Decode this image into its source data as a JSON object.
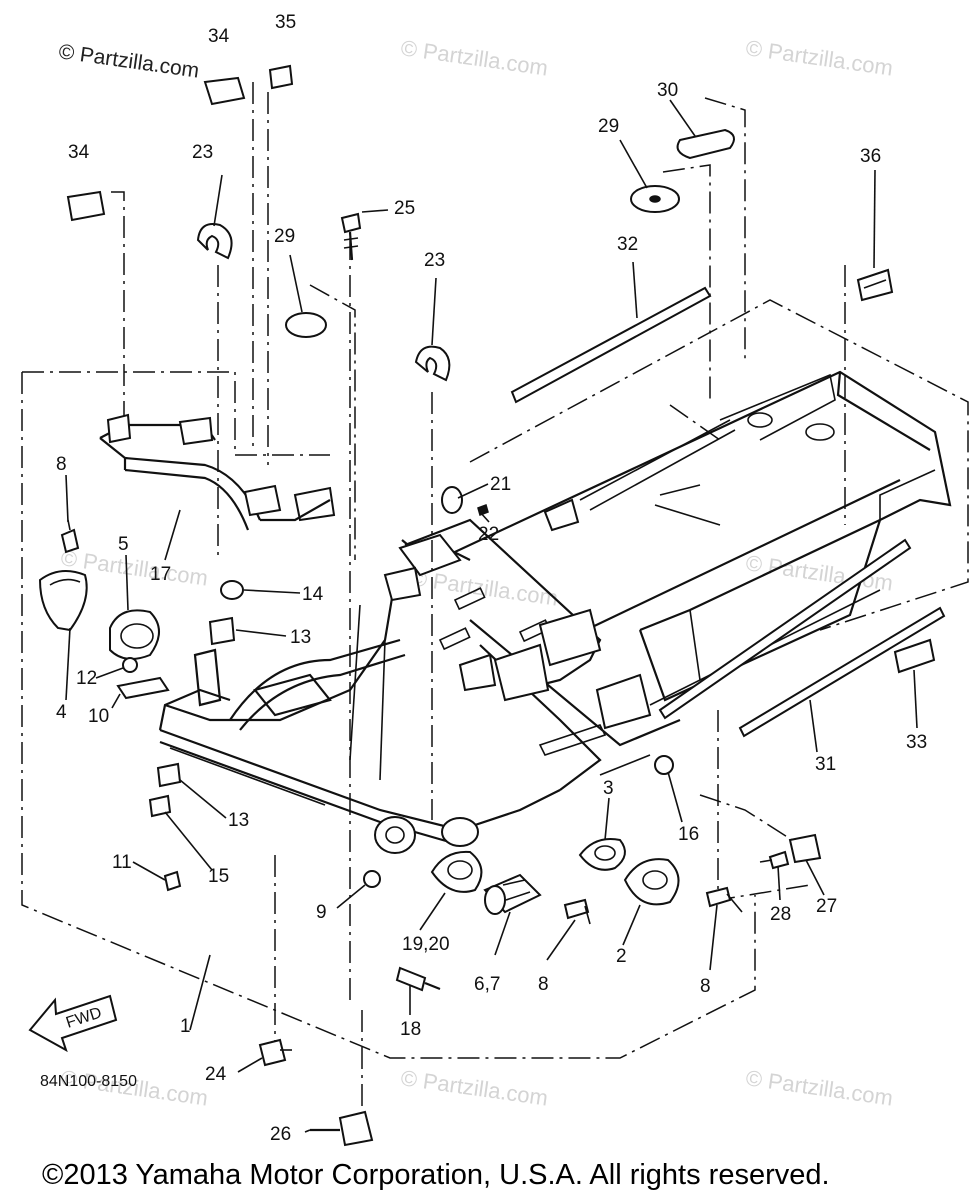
{
  "watermarks": [
    "© Partzilla.com",
    "© Partzilla.com",
    "© Partzilla.com",
    "© Partzilla.com",
    "© Partzilla.com",
    "© Partzilla.com",
    "© Partzilla.com",
    "© Partzilla.com",
    "© Partzilla.com"
  ],
  "callouts": {
    "c34a": "34",
    "c35": "35",
    "c34b": "34",
    "c23a": "23",
    "c29a": "29",
    "c25": "25",
    "c23b": "23",
    "c30": "30",
    "c29b": "29",
    "c32": "32",
    "c36": "36",
    "c21": "21",
    "c22": "22",
    "c8a": "8",
    "c5": "5",
    "c17": "17",
    "c14": "14",
    "c13a": "13",
    "c4": "4",
    "c12": "12",
    "c10": "10",
    "c13b": "13",
    "c15": "15",
    "c11": "11",
    "c9": "9",
    "c3": "3",
    "c16": "16",
    "c31": "31",
    "c33": "33",
    "c1920": "19,20",
    "c67": "6,7",
    "c8b": "8",
    "c2": "2",
    "c8c": "8",
    "c28": "28",
    "c27": "27",
    "c18": "18",
    "c1": "1",
    "c24": "24",
    "c26": "26"
  },
  "fwd_label": "FWD",
  "diagram_code": "84N100-8150",
  "copyright": "©2013 Yamaha Motor Corporation, U.S.A. All rights reserved.",
  "colors": {
    "line": "#111111",
    "watermark": "#d4d4d4",
    "background": "#ffffff"
  }
}
